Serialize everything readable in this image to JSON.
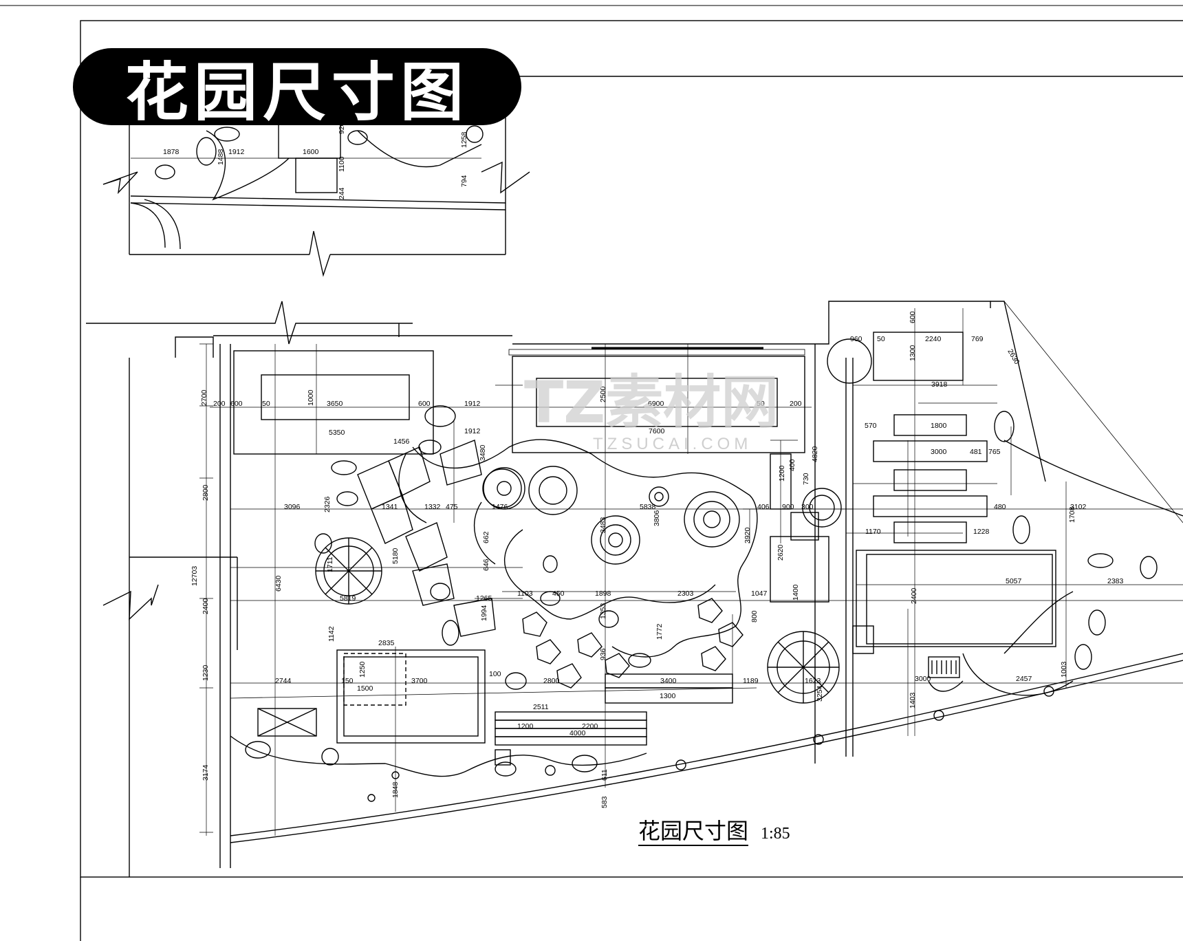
{
  "title": "花园尺寸图",
  "watermark": {
    "cn": "TZ素材网",
    "en": "TZSUCAI.COM"
  },
  "caption": {
    "title": "花园尺寸图",
    "scale": "1:85"
  },
  "colors": {
    "ink": "#000000",
    "watermark": "#cfcfcf",
    "background": "#ffffff"
  },
  "dimensions": {
    "top_inset": [
      "1878",
      "1912",
      "1600",
      "1488",
      "1100",
      "244",
      "920",
      "1258",
      "794"
    ],
    "north_strip": [
      "2700",
      "200",
      "600",
      "50",
      "3650",
      "600",
      "1000",
      "5350",
      "1456",
      "1912",
      "1912",
      "6900",
      "2500",
      "7600",
      "50",
      "200",
      "3480"
    ],
    "east_block": [
      "960",
      "50",
      "2240",
      "769",
      "2630",
      "600",
      "1300",
      "3918",
      "570",
      "1800",
      "3000",
      "481",
      "765",
      "1170",
      "1228",
      "480",
      "3102",
      "1708",
      "4820",
      "1200",
      "730",
      "400",
      "406",
      "900",
      "300",
      "3920"
    ],
    "west_side": [
      "12703",
      "2800",
      "2400",
      "1230",
      "3174",
      "6430",
      "3096",
      "1341",
      "1332",
      "475",
      "1476",
      "2326",
      "5180",
      "1711",
      "5819",
      "1142",
      "2835"
    ],
    "central_lawn": [
      "5838",
      "3483",
      "3806",
      "662",
      "646",
      "1103",
      "450",
      "1898",
      "2303",
      "1047",
      "1265",
      "1994",
      "1353",
      "1772",
      "936",
      "800",
      "2620"
    ],
    "south_block": [
      "2744",
      "150",
      "1250",
      "1500",
      "3700",
      "2800",
      "100",
      "3400",
      "1300",
      "1189",
      "1623",
      "3254",
      "2511",
      "1200",
      "4000",
      "2200",
      "611",
      "583",
      "1848",
      "5057",
      "2400",
      "3000",
      "2457",
      "1403",
      "1003",
      "2383",
      "1400"
    ]
  }
}
